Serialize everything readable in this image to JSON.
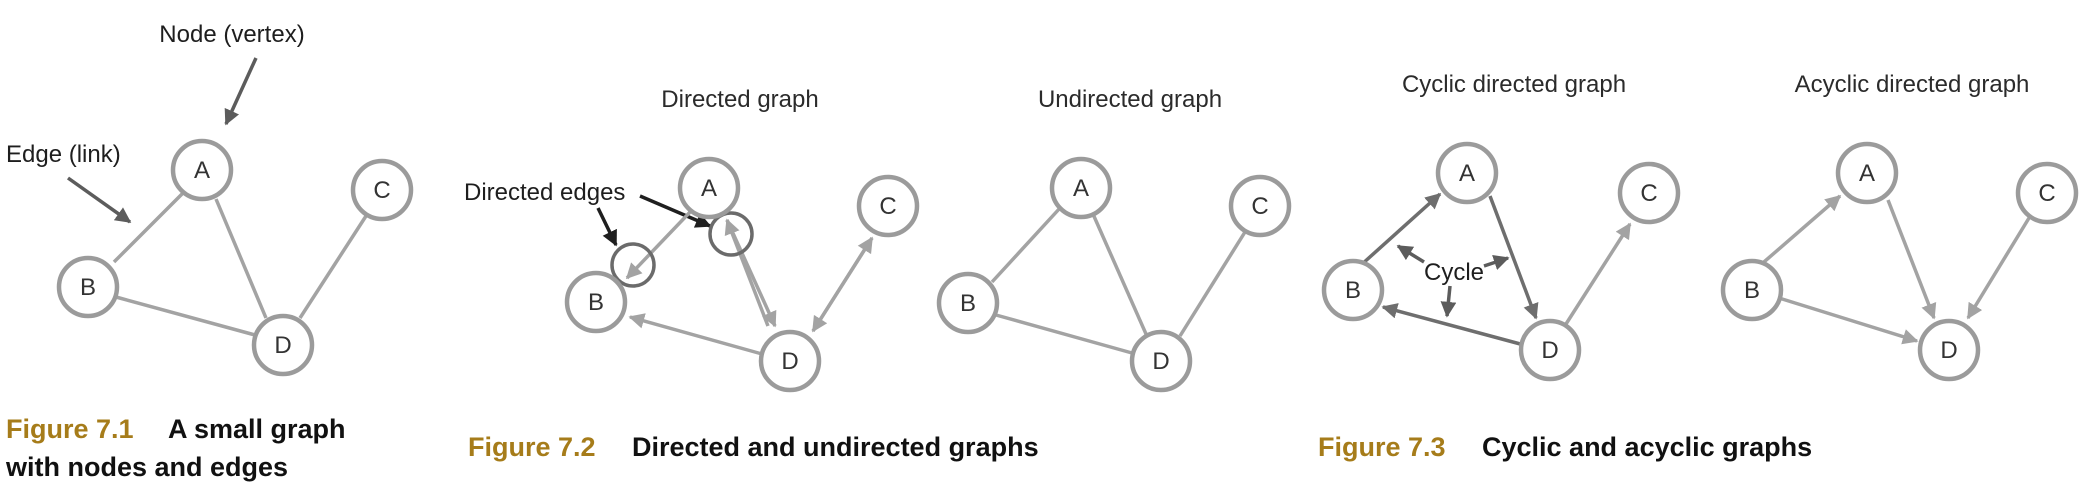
{
  "colors": {
    "caption_number": "#a67c1a",
    "caption_text": "#111111",
    "node_stroke": "#9b9b9b",
    "edge": "#a3a3a3",
    "edge_dark": "#6e6e6e"
  },
  "fig1": {
    "callout_node": "Node (vertex)",
    "callout_edge": "Edge (link)",
    "caption_number": "Figure 7.1",
    "caption_line1": "A small graph",
    "caption_line2": "with nodes and edges",
    "nodes": {
      "a": "A",
      "b": "B",
      "c": "C",
      "d": "D"
    }
  },
  "fig2": {
    "directed_title": "Directed graph",
    "undirected_title": "Undirected graph",
    "callout_directed_edges": "Directed edges",
    "caption_number": "Figure 7.2",
    "caption_text": "Directed and undirected graphs",
    "directed_nodes": {
      "a": "A",
      "b": "B",
      "c": "C",
      "d": "D"
    },
    "undirected_nodes": {
      "a": "A",
      "b": "B",
      "c": "C",
      "d": "D"
    }
  },
  "fig3": {
    "cyclic_title": "Cyclic directed graph",
    "acyclic_title": "Acyclic directed graph",
    "cycle_label": "Cycle",
    "caption_number": "Figure 7.3",
    "caption_text": "Cyclic and acyclic graphs",
    "cyclic_nodes": {
      "a": "A",
      "b": "B",
      "c": "C",
      "d": "D"
    },
    "acyclic_nodes": {
      "a": "A",
      "b": "B",
      "c": "C",
      "d": "D"
    }
  }
}
